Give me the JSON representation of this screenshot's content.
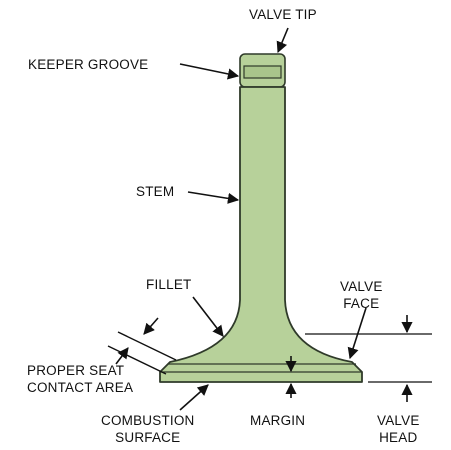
{
  "colors": {
    "valve_fill": "#b7d19a",
    "valve_outline": "#2f3a2a",
    "text": "#111111",
    "arrow": "#111111"
  },
  "labels": {
    "valve_tip": "VALVE TIP",
    "keeper_groove": "KEEPER GROOVE",
    "stem": "STEM",
    "fillet": "FILLET",
    "valve_face": "VALVE\nFACE",
    "proper_seat_contact_area": "PROPER SEAT\nCONTACT AREA",
    "margin": "MARGIN",
    "combustion_surface": "COMBUSTION\nSURFACE",
    "valve_head": "VALVE\nHEAD"
  }
}
